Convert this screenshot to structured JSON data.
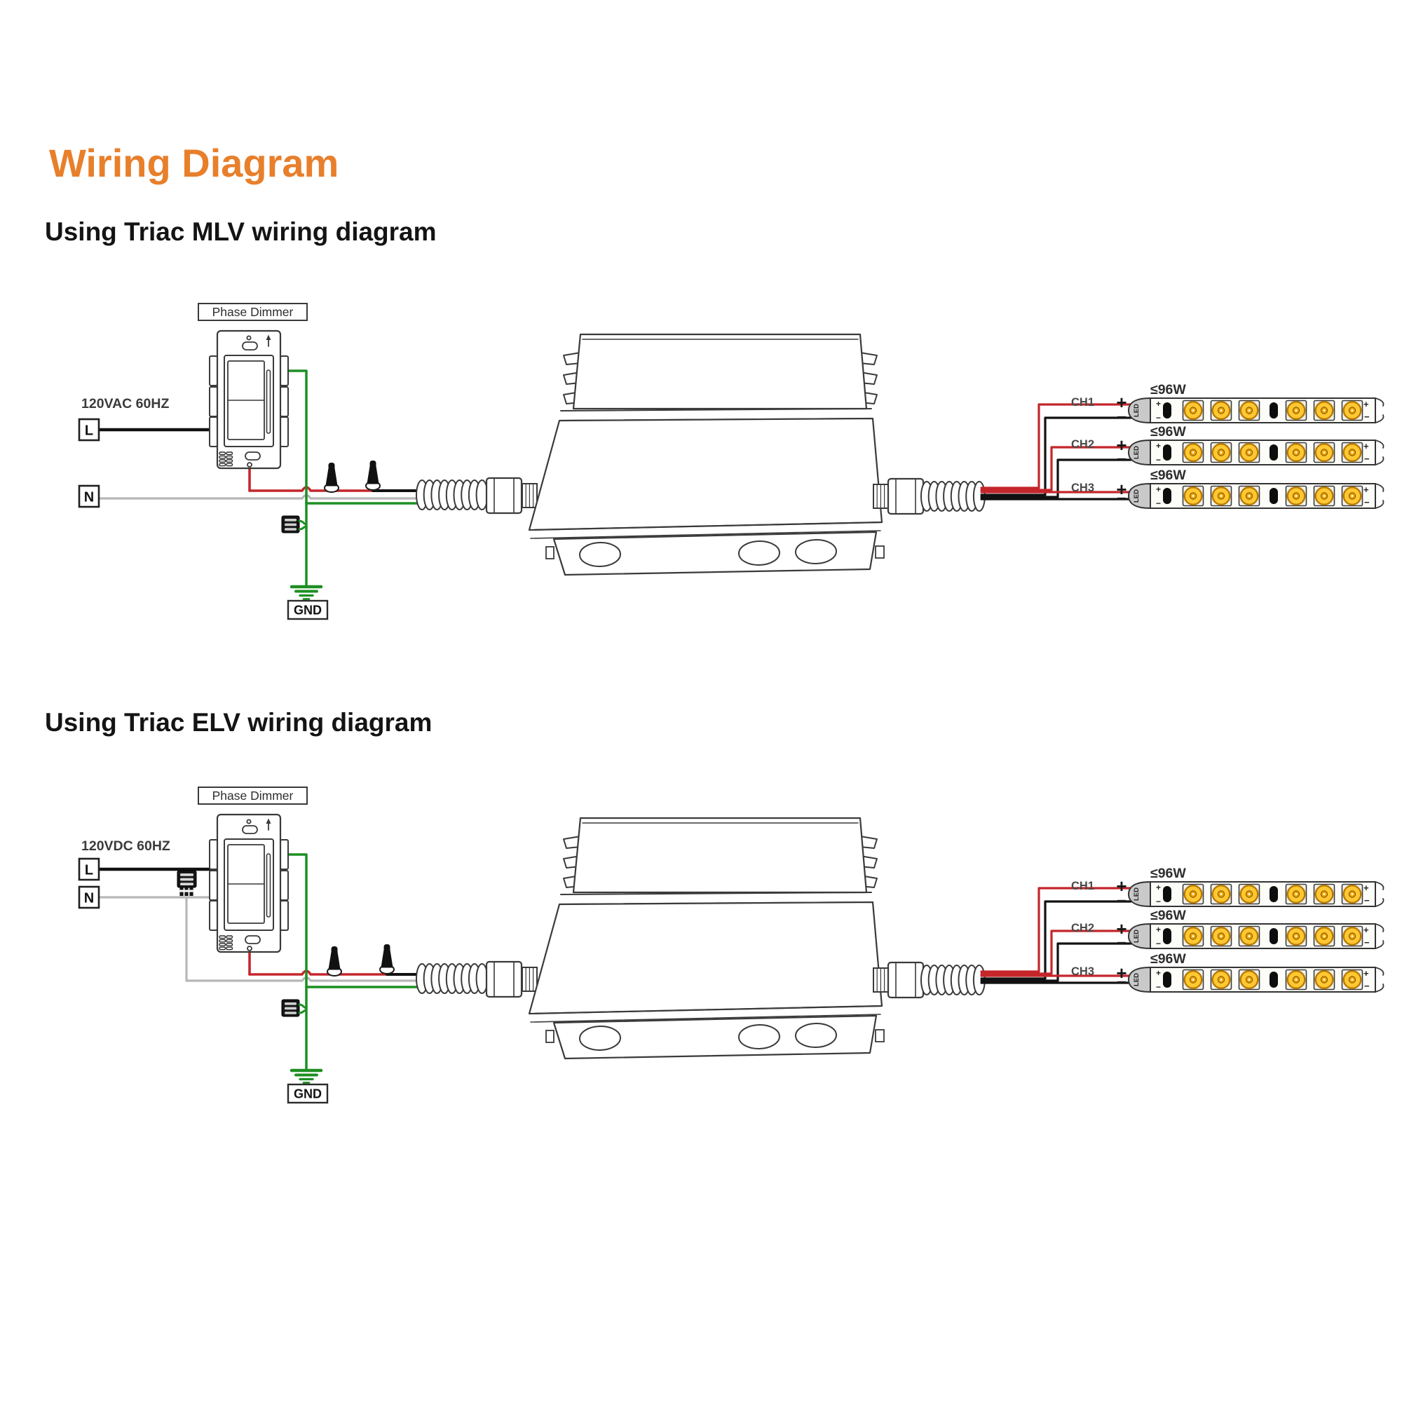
{
  "page": {
    "title": "Wiring Diagram"
  },
  "colors": {
    "accent": "#e87f2b",
    "heading_text": "#141414",
    "line_art": "#3a3a3a",
    "wire_live_black": "#111111",
    "wire_neutral_gray": "#b7b7b7",
    "wire_dimmed_red": "#c4262b",
    "wire_ground_green": "#1d8f22",
    "led_yellow": "#ffc832",
    "led_ring_orange": "#b87900",
    "led_strip_body": "#fcfcf9",
    "strip_cap_gray": "#c9c9c9",
    "connector_black": "#161616"
  },
  "diagram_labels": {
    "phase_dimmer": "Phase Dimmer",
    "line_terminal": "L",
    "neutral_terminal": "N",
    "ground": "GND",
    "led_cap": "LED",
    "plus": "+",
    "minus": "−"
  },
  "sections": [
    {
      "id": "mlv",
      "variant": "mlv",
      "heading": "Using Triac MLV wiring diagram",
      "voltage_label": "120VAC 60HZ",
      "channels": [
        {
          "label": "CH1",
          "max_power": "≤96W"
        },
        {
          "label": "CH2",
          "max_power": "≤96W"
        },
        {
          "label": "CH3",
          "max_power": "≤96W"
        }
      ]
    },
    {
      "id": "elv",
      "variant": "elv",
      "heading": "Using Triac ELV wiring diagram",
      "voltage_label": "120VDC 60HZ",
      "channels": [
        {
          "label": "CH1",
          "max_power": "≤96W"
        },
        {
          "label": "CH2",
          "max_power": "≤96W"
        },
        {
          "label": "CH3",
          "max_power": "≤96W"
        }
      ]
    }
  ]
}
